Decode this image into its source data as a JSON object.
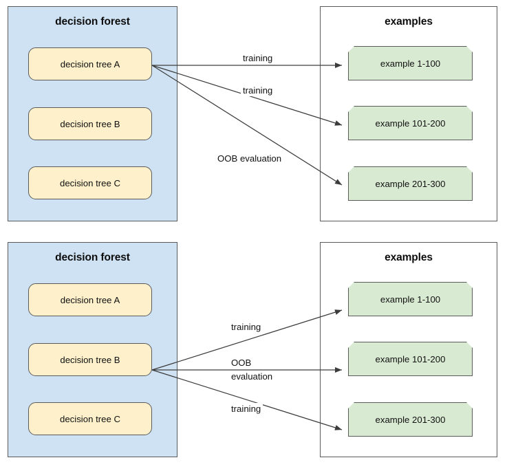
{
  "diagrams": [
    {
      "id": "top",
      "forest": {
        "title": "decision forest",
        "trees": [
          {
            "label": "decision tree A"
          },
          {
            "label": "decision tree B"
          },
          {
            "label": "decision tree C"
          }
        ]
      },
      "examples": {
        "title": "examples",
        "items": [
          {
            "label": "example 1-100"
          },
          {
            "label": "example 101-200"
          },
          {
            "label": "example 201-300"
          }
        ]
      },
      "edges": [
        {
          "label": "training",
          "from": "decision tree A",
          "to": "example 1-100"
        },
        {
          "label": "training",
          "from": "decision tree A",
          "to": "example 101-200"
        },
        {
          "label": "OOB evaluation",
          "from": "decision tree A",
          "to": "example 201-300"
        }
      ]
    },
    {
      "id": "bottom",
      "forest": {
        "title": "decision forest",
        "trees": [
          {
            "label": "decision tree A"
          },
          {
            "label": "decision tree B"
          },
          {
            "label": "decision tree C"
          }
        ]
      },
      "examples": {
        "title": "examples",
        "items": [
          {
            "label": "example 1-100"
          },
          {
            "label": "example 101-200"
          },
          {
            "label": "example 201-300"
          }
        ]
      },
      "edges": [
        {
          "label": "training",
          "from": "decision tree B",
          "to": "example 1-100"
        },
        {
          "label_line1": "OOB",
          "label_line2": "evaluation",
          "from": "decision tree B",
          "to": "example 101-200"
        },
        {
          "label": "training",
          "from": "decision tree B",
          "to": "example 201-300"
        }
      ]
    }
  ],
  "colors": {
    "forest_fill": "#cfe2f3",
    "tree_fill": "#fdf0ca",
    "example_fill": "#d9ead3",
    "stroke": "#595959",
    "background": "#ffffff"
  }
}
